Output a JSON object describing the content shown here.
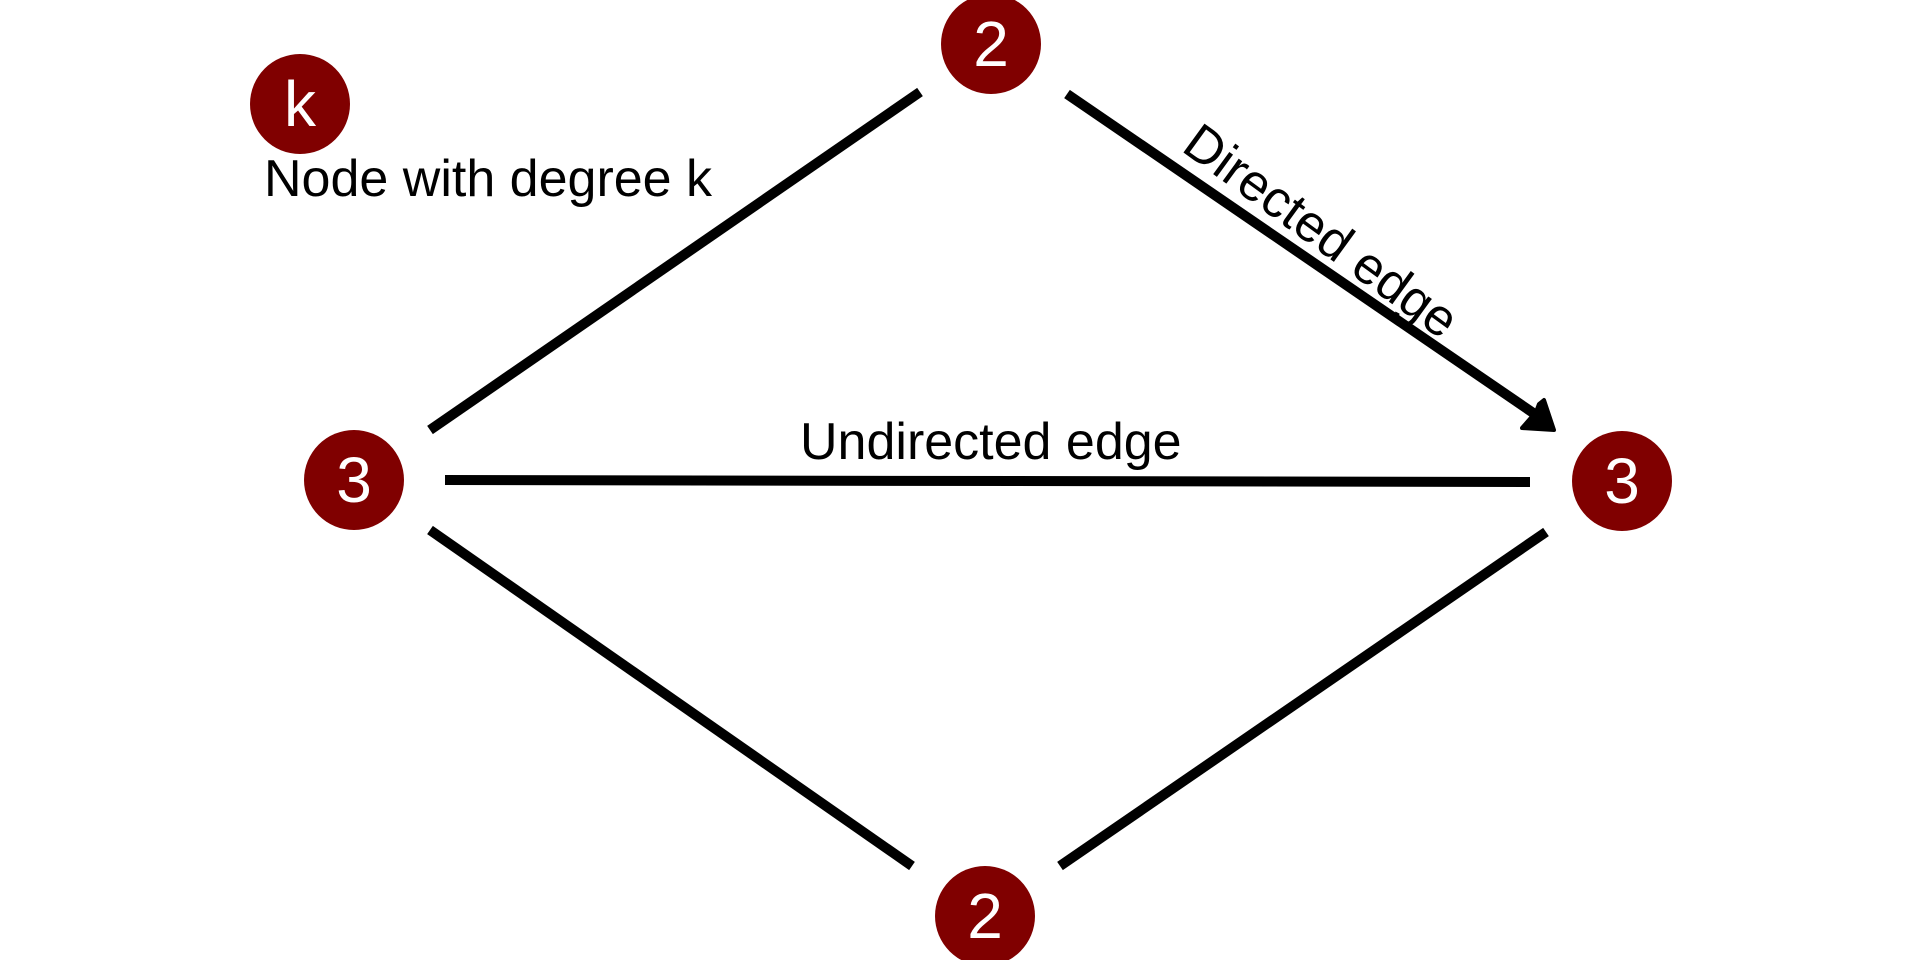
{
  "colors": {
    "node_fill": "#800000",
    "node_text": "#ffffff",
    "edge": "#000000",
    "background": "#ffffff"
  },
  "legend": {
    "node_symbol": "k",
    "caption": "Node with degree k"
  },
  "nodes": {
    "top": {
      "degree": "2"
    },
    "left": {
      "degree": "3"
    },
    "right": {
      "degree": "3"
    },
    "bottom": {
      "degree": "2"
    }
  },
  "edges": [
    {
      "from": "left",
      "to": "top",
      "type": "undirected"
    },
    {
      "from": "top",
      "to": "right",
      "type": "directed"
    },
    {
      "from": "left",
      "to": "right",
      "type": "undirected"
    },
    {
      "from": "left",
      "to": "bottom",
      "type": "undirected"
    },
    {
      "from": "bottom",
      "to": "right",
      "type": "undirected"
    }
  ],
  "labels": {
    "directed_edge": "Directed edge",
    "undirected_edge": "Undirected edge"
  }
}
